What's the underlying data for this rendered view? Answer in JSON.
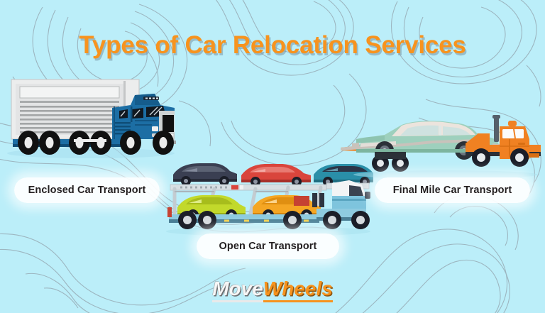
{
  "poster": {
    "title": "Types of Car Relocation Services",
    "background_color": "#bbeef9",
    "accent_color": "#f7931e",
    "text_color": "#231f20",
    "contour_line_color": "#9aa7b0"
  },
  "labels": {
    "enclosed": "Enclosed Car Transport",
    "open": "Open Car Transport",
    "final_mile": "Final Mile Car Transport"
  },
  "logo": {
    "part_one": "Move",
    "part_two": "Wheels",
    "part_one_color": "#f6f6f6",
    "part_two_color": "#f7931e"
  },
  "illustrations": {
    "enclosed": {
      "name": "enclosed-semi-truck",
      "cab_color": "#1c6ea4",
      "trailer_color": "#e8e8e8",
      "trailer_rib_color": "#9b9b9b",
      "wheel_color": "#111111"
    },
    "open": {
      "name": "open-car-carrier-truck",
      "cab_color": "#7ec4dd",
      "cab_roof_color": "#f2f4f5",
      "deck_color": "#8ecbe0",
      "frame_color": "#cfd6da",
      "cars_top": [
        "#3a3f52",
        "#d9453c",
        "#2a8fa8"
      ],
      "cars_bottom": [
        "#c2d92b",
        "#f5a623"
      ]
    },
    "final_mile": {
      "name": "flatbed-tow-truck-with-classic-car",
      "truck_color": "#f08122",
      "truck_dark": "#d86f13",
      "car_color": "#9ed0bd",
      "car_roof_color": "#ece4dd",
      "car_trim_color": "#c9c2bb"
    }
  }
}
